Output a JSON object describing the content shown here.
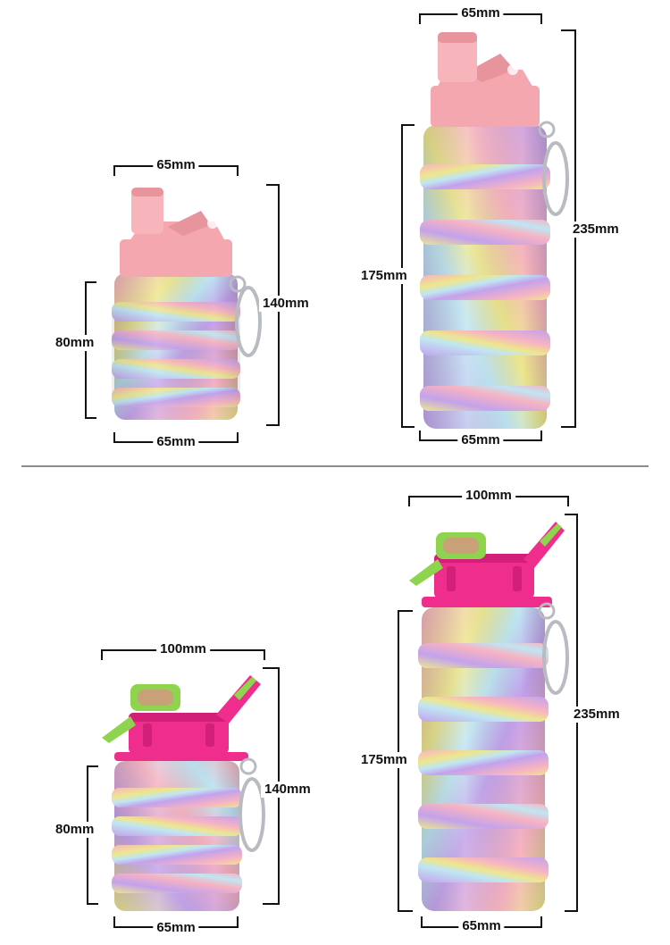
{
  "colors": {
    "background": "#ffffff",
    "dimension_line": "#111111",
    "divider": "#666666",
    "lid_pink_light": "#f4a7ae",
    "lid_pink_light_dark": "#e8949c",
    "lid_magenta": "#ee2d8c",
    "lid_magenta_dark": "#d21f78",
    "cap_green": "#8ed44f",
    "cap_top": "#c8a178",
    "carabiner": "#b8bcc2",
    "swirl_pink": "#f7b3c2",
    "swirl_purple": "#c3a2ec",
    "swirl_yellow": "#ede78d",
    "swirl_blue": "#bfe6f3"
  },
  "sections": [
    {
      "name": "pink-lid-set",
      "collapsed": {
        "width_top": "65mm",
        "width_bottom": "65mm",
        "height_total": "140mm",
        "height_body": "80mm"
      },
      "expanded": {
        "width_top": "65mm",
        "width_bottom": "65mm",
        "height_total": "235mm",
        "height_body": "175mm"
      }
    },
    {
      "name": "magenta-lid-set",
      "collapsed": {
        "width_top": "100mm",
        "width_bottom": "65mm",
        "height_total": "140mm",
        "height_body": "80mm"
      },
      "expanded": {
        "width_top": "100mm",
        "width_bottom": "65mm",
        "height_total": "235mm",
        "height_body": "175mm"
      }
    }
  ]
}
